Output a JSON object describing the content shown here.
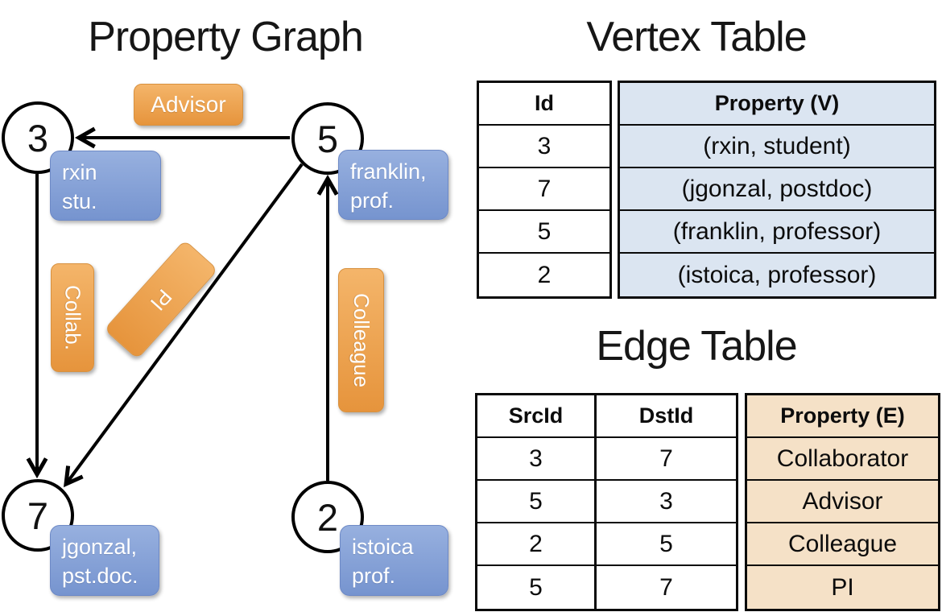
{
  "graph": {
    "title": "Property Graph",
    "nodes": {
      "n3": {
        "id": "3",
        "property": [
          "rxin",
          "stu."
        ]
      },
      "n5": {
        "id": "5",
        "property": [
          "franklin,",
          "prof."
        ]
      },
      "n7": {
        "id": "7",
        "property": [
          "jgonzal,",
          "pst.doc."
        ]
      },
      "n2": {
        "id": "2",
        "property": [
          "istoica",
          "prof."
        ]
      }
    },
    "edges": [
      {
        "src": "5",
        "dst": "3",
        "label": "Advisor"
      },
      {
        "src": "3",
        "dst": "7",
        "label": "Collab."
      },
      {
        "src": "5",
        "dst": "7",
        "label": "PI"
      },
      {
        "src": "2",
        "dst": "5",
        "label": "Colleague"
      }
    ]
  },
  "vertex_table": {
    "title": "Vertex Table",
    "id_header": "Id",
    "property_header": "Property (V)",
    "rows": [
      {
        "id": "3",
        "property": "(rxin, student)"
      },
      {
        "id": "7",
        "property": "(jgonzal, postdoc)"
      },
      {
        "id": "5",
        "property": "(franklin, professor)"
      },
      {
        "id": "2",
        "property": "(istoica, professor)"
      }
    ]
  },
  "edge_table": {
    "title": "Edge Table",
    "src_header": "SrcId",
    "dst_header": "DstId",
    "property_header": "Property (E)",
    "rows": [
      {
        "src": "3",
        "dst": "7",
        "property": "Collaborator"
      },
      {
        "src": "5",
        "dst": "3",
        "property": "Advisor"
      },
      {
        "src": "2",
        "dst": "5",
        "property": "Colleague"
      },
      {
        "src": "5",
        "dst": "7",
        "property": "PI"
      }
    ]
  },
  "colors": {
    "edge_label_top": "#f4b56a",
    "edge_label_bottom": "#e6943c",
    "vertex_prop_top": "#97b0df",
    "vertex_prop_bottom": "#7694cf",
    "vertex_table_fill": "#dbe5f1",
    "edge_table_fill": "#f5e1c7",
    "line": "#000000"
  }
}
